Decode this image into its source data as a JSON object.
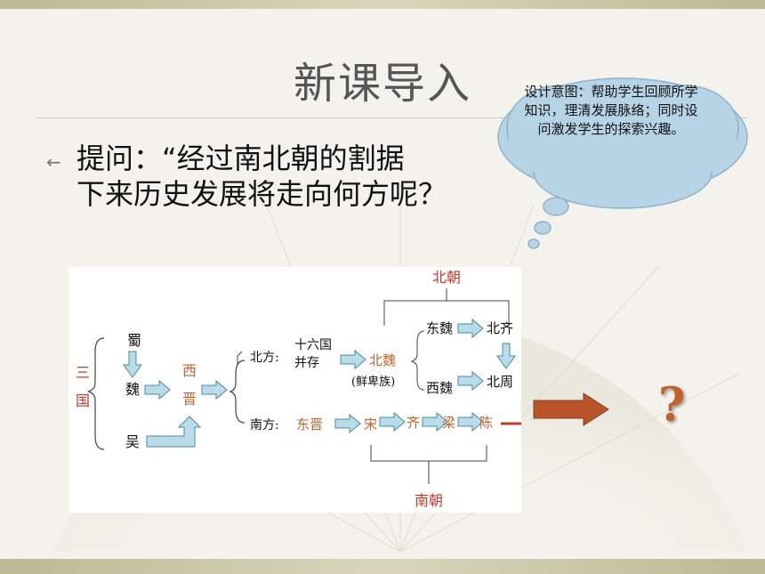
{
  "slide": {
    "title": "新课导入",
    "question_line1": "提问：“经过南北朝的割据",
    "question_line2": "下来历史发展将走向何方呢？",
    "cloud_note": "设计意图：帮助学生回顾所学知识，理清发展脉络；同时设问激发学生的探索兴趣。",
    "question_mark": "?"
  },
  "diagram": {
    "north_dynasties": "北朝",
    "south_dynasties": "南朝",
    "three_kingdoms": "三\n国",
    "shu": "蜀",
    "wei": "魏",
    "wu": "吴",
    "western_jin": "西\n晋",
    "north_label": "北方:",
    "sixteen_kingdoms": "十六国",
    "coexist": "并存",
    "northern_wei": "北魏",
    "xianbei": "(鲜卑族)",
    "eastern_wei": "东魏",
    "northern_qi": "北齐",
    "western_wei": "西魏",
    "northern_zhou": "北周",
    "south_label": "南方:",
    "eastern_jin": "东晋",
    "song": "宋",
    "qi": "齐",
    "liang": "梁",
    "chen": "陈"
  },
  "colors": {
    "red_text": "#c0392b",
    "orange_text": "#c0622d",
    "arrow_fill": "#b9dde8",
    "cloud_fill": "#b7d4e6",
    "big_arrow": "#b8532a"
  }
}
